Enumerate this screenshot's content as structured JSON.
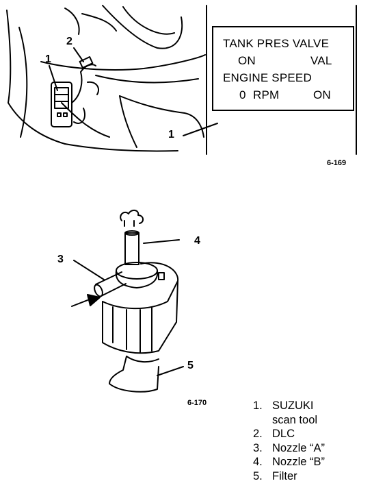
{
  "display": {
    "line1": "TANK PRES VALVE",
    "line2a": "ON",
    "line2b": "VAL",
    "line3": "ENGINE SPEED",
    "line4a": "0",
    "line4b": "RPM",
    "line4c": "ON"
  },
  "figure1": {
    "callouts": [
      "1",
      "2",
      "1"
    ],
    "ref": "6-169"
  },
  "figure2": {
    "callouts": [
      "3",
      "4",
      "5"
    ],
    "ref": "6-170"
  },
  "legend": [
    {
      "num": "1.",
      "lines": [
        "SUZUKI",
        "scan tool"
      ]
    },
    {
      "num": "2.",
      "lines": [
        "DLC"
      ]
    },
    {
      "num": "3.",
      "lines": [
        "Nozzle “A”"
      ]
    },
    {
      "num": "4.",
      "lines": [
        "Nozzle “B”"
      ]
    },
    {
      "num": "5.",
      "lines": [
        "Filter"
      ]
    }
  ]
}
